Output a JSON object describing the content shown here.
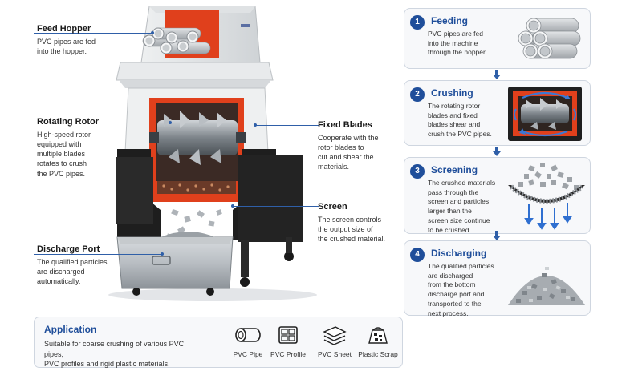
{
  "callouts": {
    "feed_hopper": {
      "title": "Feed Hopper",
      "text_lines": [
        "PVC pipes are fed",
        "into the hopper."
      ]
    },
    "rotating_rotor": {
      "title": "Rotating Rotor",
      "text_lines": [
        "High-speed rotor",
        "equipped with",
        "multiple blades",
        "rotates to crush",
        "the PVC pipes."
      ]
    },
    "discharge_port": {
      "title": "Discharge Port",
      "text_lines": [
        "The qualified particles",
        "are discharged",
        "automatically."
      ]
    },
    "fixed_blades": {
      "title": "Fixed Blades",
      "text_lines": [
        "Cooperate with the",
        "rotor blades to",
        "cut and shear the",
        "materials."
      ]
    },
    "screen": {
      "title": "Screen",
      "text_lines": [
        "The screen controls",
        "the output size of",
        "the crushed material."
      ]
    }
  },
  "steps": [
    {
      "number": "1",
      "title": "Feeding",
      "text_lines": [
        "PVC pipes are fed",
        "into the machine",
        "through the hopper."
      ],
      "image": "pvc-pipes-bundle-icon"
    },
    {
      "number": "2",
      "title": "Crushing",
      "text_lines": [
        "The rotating rotor",
        "blades and fixed",
        "blades shear and",
        "crush the PVC pipes."
      ],
      "image": "rotor-chamber-icon"
    },
    {
      "number": "3",
      "title": "Screening",
      "text_lines": [
        "The crushed materials",
        "pass through the",
        "screen and particles",
        "larger than the",
        "screen size continue",
        "to be crushed."
      ],
      "image": "screen-mesh-icon"
    },
    {
      "number": "4",
      "title": "Discharging",
      "text_lines": [
        "The qualified particles",
        "are discharged",
        "from the bottom",
        "discharge port and",
        "transported to the",
        "next process."
      ],
      "image": "particle-pile-icon"
    }
  ],
  "application": {
    "title": "Application",
    "text_lines": [
      "Suitable for coarse crushing of various PVC pipes,",
      "PVC profiles and rigid plastic materials."
    ],
    "items": [
      {
        "label": "PVC Pipe",
        "icon": "pvc-pipe-icon"
      },
      {
        "label": "PVC Profile",
        "icon": "pvc-profile-icon"
      },
      {
        "label": "PVC Sheet",
        "icon": "pvc-sheet-icon"
      },
      {
        "label": "Plastic Scrap",
        "icon": "plastic-scrap-icon"
      }
    ]
  },
  "colors": {
    "accent_blue": "#1f4e9a",
    "leader_blue": "#2f5fa8",
    "chamber_red": "#e0401c",
    "machine_white": "#f2f2f2",
    "machine_black": "#1e1e1e"
  }
}
